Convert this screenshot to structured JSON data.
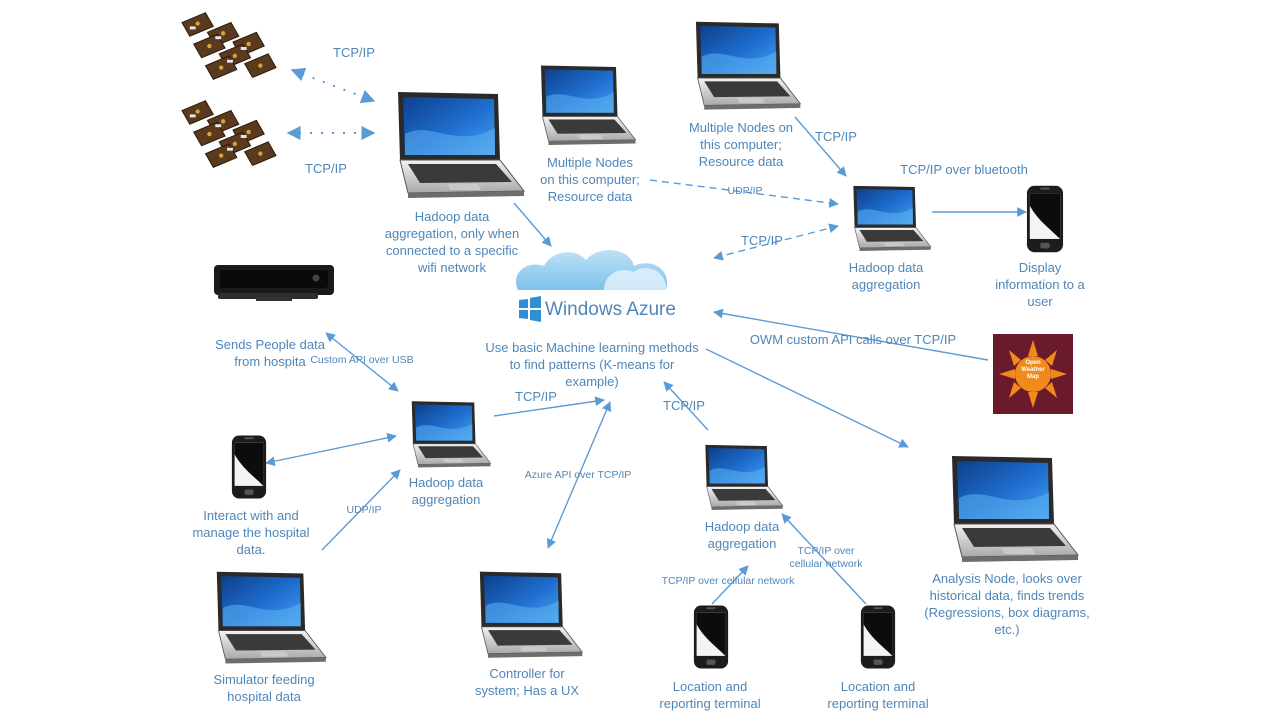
{
  "brand": {
    "azure_label": "Windows Azure"
  },
  "nodes": {
    "hadoop_wifi": "Hadoop data\naggregation, only when\nconnected to a specific\nwifi network",
    "multi_nodes_center": "Multiple Nodes\non this computer;\nResource data",
    "multi_nodes_top": "Multiple Nodes on\nthis computer;\nResource data",
    "hadoop_right": "Hadoop data\naggregation",
    "display_user": "Display\ninformation to a\nuser",
    "sends_people": "Sends People data\nfrom hospita",
    "ml_text": "Use basic Machine learning methods\nto find patterns (K-means for\nexample)",
    "hadoop_left": "Hadoop data\naggregation",
    "interact_manage": "Interact with and\nmanage the hospital\ndata.",
    "simulator": "Simulator feeding\nhospital data",
    "controller": "Controller for\nsystem; Has a UX",
    "hadoop_bottom": "Hadoop data\naggregation",
    "location1": "Location and\nreporting terminal",
    "location2": "Location and\nreporting terminal",
    "analysis": "Analysis Node, looks over\nhistorical data, finds trends\n(Regressions, box diagrams,\netc.)",
    "owm_logo": "Open\nWeather\nMap"
  },
  "edges": {
    "tcp_top": "TCP/IP",
    "tcp_mid": "TCP/IP",
    "tcp_multi_top": "TCP/IP",
    "tcp_bluetooth": "TCP/IP over bluetooth",
    "udp_center": "UDP/IP",
    "tcp_azure_right": "TCP/IP",
    "owm_api": "OWM custom API calls over TCP/IP",
    "custom_usb": "Custom API over USB",
    "tcp_left_azure": "TCP/IP",
    "tcp_bottom_azure": "TCP/IP",
    "azure_api": "Azure API over TCP/IP",
    "udp_left": "UDP/IP",
    "tcp_cellular_1": "TCP/IP over cellular network",
    "tcp_cellular_2": "TCP/IP over\ncellular network"
  }
}
